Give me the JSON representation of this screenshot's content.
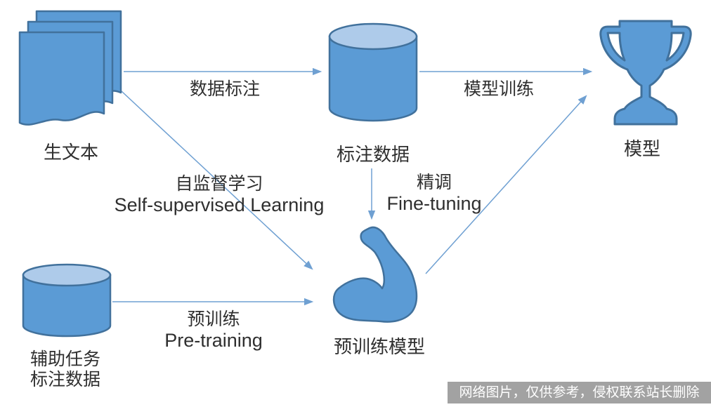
{
  "diagram": {
    "type": "flow-diagram",
    "topic": "pretrained model workflow",
    "nodes": {
      "raw_text": {
        "label": "生文本",
        "icon": "documents-icon"
      },
      "labeled_data": {
        "label": "标注数据",
        "icon": "database-icon"
      },
      "model": {
        "label": "模型",
        "icon": "trophy-icon"
      },
      "pretrained_model": {
        "label": "预训练模型",
        "icon": "muscle-icon"
      },
      "aux_labeled_data": {
        "label_line1": "辅助任务",
        "label_line2": "标注数据",
        "icon": "database-icon"
      }
    },
    "edges": {
      "data_annotation": {
        "label": "数据标注",
        "from": "raw_text",
        "to": "labeled_data"
      },
      "model_training": {
        "label": "模型训练",
        "from": "labeled_data",
        "to": "model"
      },
      "self_supervised": {
        "label_zh": "自监督学习",
        "label_en": "Self-supervised Learning",
        "from": "raw_text",
        "to": "pretrained_model"
      },
      "fine_tuning": {
        "label_zh": "精调",
        "label_en": "Fine-tuning",
        "from": "labeled_data",
        "to": "pretrained_model"
      },
      "pre_training": {
        "label_zh": "预训练",
        "label_en": "Pre-training",
        "from": "aux_labeled_data",
        "to": "pretrained_model"
      },
      "pretrained_to_model": {
        "label": "",
        "from": "pretrained_model",
        "to": "model"
      }
    },
    "colors": {
      "shape_fill": "#5b9bd5",
      "shape_border": "#41719c",
      "cylinder_top": "#aecbea",
      "arrow": "#6fa0d2",
      "text": "#2f2f2f",
      "watermark_bg": "#9a9a9a",
      "watermark_text": "#ffffff"
    },
    "watermark": {
      "text": "网络图片，仅供参考，侵权联系站长删除"
    }
  }
}
